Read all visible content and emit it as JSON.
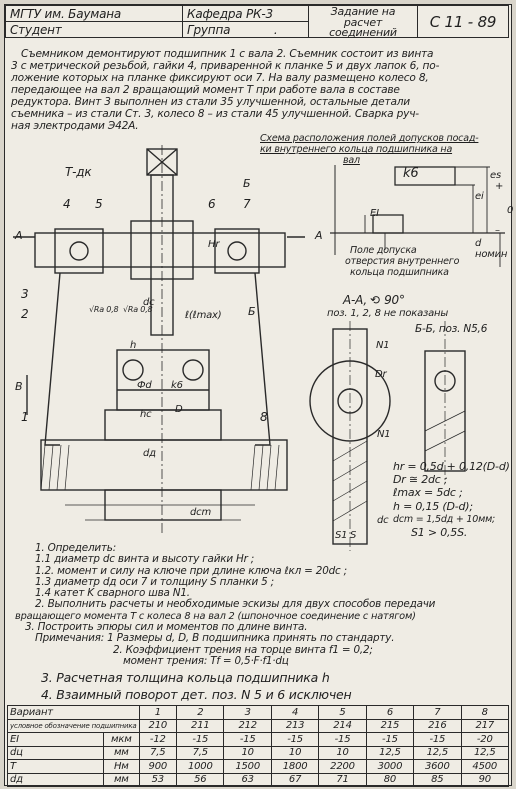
{
  "header": {
    "institution": "МГТУ им. Баумана",
    "department": "Кафедра РК-3",
    "task_title_1": "Задание на",
    "task_title_2": "расчет",
    "task_title_3": "соединений",
    "code": "С 11 - 89",
    "student_label": "Студент",
    "group_label": "Группа",
    "group_dot": "."
  },
  "description": [
    "Съемником демонтируют подшипник 1 с вала 2. Съемник состоит из винта",
    "3 с метрической резьбой, гайки 4, приваренной к планке 5 и двух лапок 6, по-",
    "ложение которых на планке фиксируют оси 7. На валу размещено колесо 8,",
    "передающее на вал 2 вращающий момент T при работе вала в составе",
    "редуктора. Винт 3 выполнен из стали 35 улучшенной, остальные детали",
    "съемника – из стали Ст. 3, колесо 8 – из стали 45 улучшенной. Сварка руч-",
    "ная электродами Э42А."
  ],
  "scheme": {
    "title_1": "Схема расположения полей допусков посад-",
    "title_2": "ки внутреннего кольца подшипника на",
    "title_3": "вал",
    "fit": "k6",
    "es": "es",
    "ei": "ei",
    "el": "EI",
    "plus": "+",
    "zero": "0",
    "minus": "–",
    "dnom": "d номин",
    "field_1": "Поле допуска",
    "field_2": "отверстия внутреннего",
    "field_3": "кольца подшипника"
  },
  "drawing": {
    "t_dk": "Т-дк",
    "n4": "4",
    "n5": "5",
    "n6": "6",
    "n7": "7",
    "n3": "3",
    "n2": "2",
    "n1": "1",
    "n8": "8",
    "b_top": "Б",
    "b_bot": "Б",
    "a_left": "A",
    "a_right": "A",
    "b_left": "В",
    "hr": "Hr",
    "l_max": "ℓ(ℓmax)",
    "dc": "dc",
    "ra_left": "√Ra 0,8",
    "ra_right": "√Ra 0,8",
    "d_fit": "Фd",
    "k6": "k6",
    "h": "h",
    "hc": "hc",
    "D": "D",
    "dd": "dд",
    "dcm": "dcm",
    "aa": "A-A, ⟲ 90°",
    "aa_note": "поз. 1, 2, 8 не показаны",
    "bb": "Б-Б, поз. N5,6",
    "n1_top": "N1",
    "n1_bot": "N1",
    "dr": "Dr",
    "s1": "S1",
    "s": "S",
    "dcap": "dc"
  },
  "formulas": [
    "hr = 0,5d + 0,12(D-d)",
    "Dr ≅ 2dc ;",
    "ℓmax = 5dc ;",
    "h = 0,15 (D-d);",
    "dcm = 1,5dд + 10мм;",
    "S1 > 0,5S."
  ],
  "tasks": [
    "1. Определить:",
    "1.1 диаметр dc винта и высоту гайки Hr ;",
    "1.2. момент и силу на ключе при длине ключа ℓкл = 20dc ;",
    "1.3 диаметр dд оси 7 и толщину S планки 5 ;",
    "1.4 катет K сварного шва N1.",
    "2. Выполнить расчеты и необходимые эскизы для двух способов передачи",
    "вращающего момента T с колеса 8 на вал 2 (шпоночное соединение с натягом)",
    "3. Построить эпюры сил и моментов по длине винта.",
    "Примечания: 1 Размеры d, D, B подшипника принять по стандарту.",
    "2. Коэффициент трения на торце винта f1 = 0,2;",
    "момент трения: Tf = 0,5·F·f1·dц"
  ],
  "extra_tasks": [
    "3. Расчетная толщина кольца подшипника h",
    "4. Взаимный поворот дет. поз. N 5 и 6 исключен"
  ],
  "table": {
    "header": [
      "Вариант",
      "1",
      "2",
      "3",
      "4",
      "5",
      "6",
      "7",
      "8"
    ],
    "rows": [
      {
        "label": "условное обозначение подшипника",
        "unit": "",
        "values": [
          "210",
          "211",
          "212",
          "213",
          "214",
          "215",
          "216",
          "217"
        ]
      },
      {
        "label": "EI",
        "unit": "мкм",
        "values": [
          "-12",
          "-15",
          "-15",
          "-15",
          "-15",
          "-15",
          "-15",
          "-20"
        ]
      },
      {
        "label": "dц",
        "unit": "мм",
        "values": [
          "7,5",
          "7,5",
          "10",
          "10",
          "10",
          "12,5",
          "12,5",
          "12,5"
        ]
      },
      {
        "label": "T",
        "unit": "Нм",
        "values": [
          "900",
          "1000",
          "1500",
          "1800",
          "2200",
          "3000",
          "3600",
          "4500"
        ]
      },
      {
        "label": "dд",
        "unit": "мм",
        "values": [
          "53",
          "56",
          "63",
          "67",
          "71",
          "80",
          "85",
          "90"
        ]
      }
    ]
  }
}
